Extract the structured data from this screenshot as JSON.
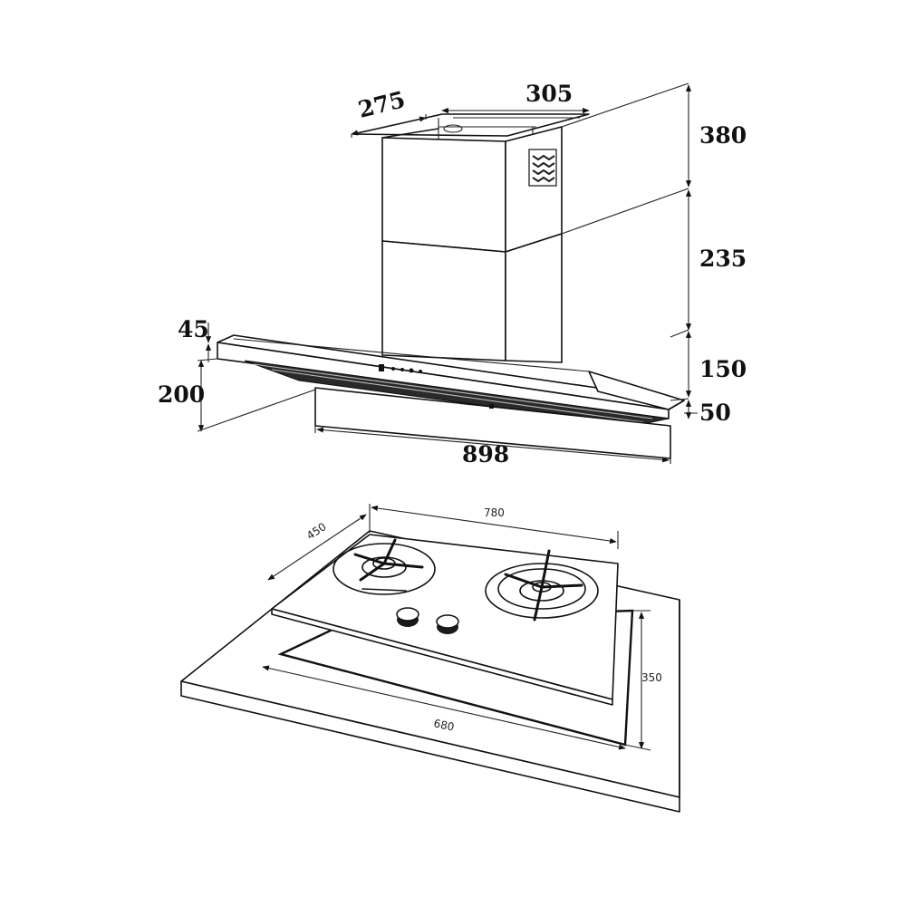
{
  "hood": {
    "dimensions": {
      "depth": "275",
      "width_chimney": "305",
      "height_upper": "380",
      "height_lower": "235",
      "height_canopy": "150",
      "height_base": "50",
      "thickness": "45",
      "front_height": "200",
      "width": "898"
    }
  },
  "hob": {
    "dimensions": {
      "width": "780",
      "depth": "450",
      "cutout_depth": "350",
      "cutout_width": "680"
    }
  },
  "colors": {
    "line": "#111111",
    "background": "#ffffff"
  }
}
